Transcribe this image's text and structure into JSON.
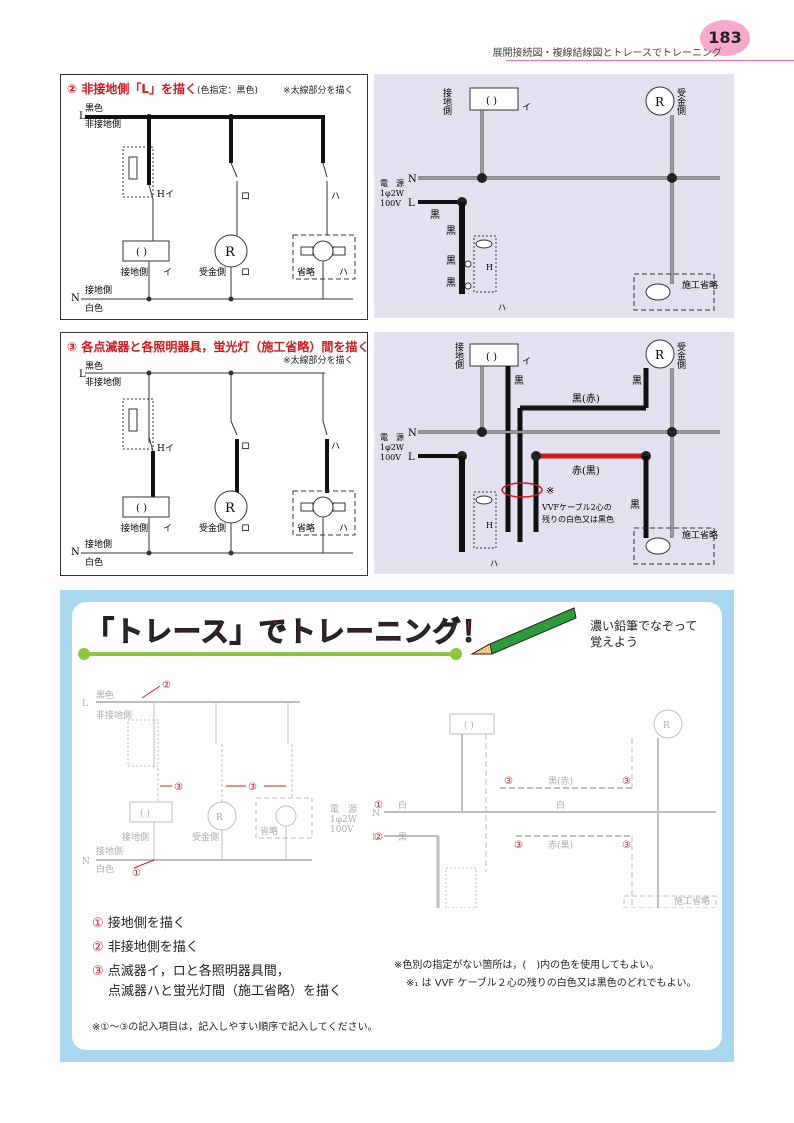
{
  "header": {
    "page_number": "183",
    "title": "展開接続図・複線結線図とトレースでトレーニング"
  },
  "panel2": {
    "title": "② 非接地側「L」を描く",
    "title_sub": "(色指定：黒色)",
    "note": "※太線部分を描く"
  },
  "panel3": {
    "title": "③ 各点滅器と各照明器具，蛍光灯（施工省略）間を描く",
    "note": "※太線部分を描く"
  },
  "labels": {
    "L": "L",
    "N": "N",
    "black": "黒色",
    "nonground": "非接地側",
    "groundside_line": "接地側",
    "white": "白色",
    "H": "H",
    "i": "イ",
    "ro": "ロ",
    "ha": "ハ",
    "paren": "( )",
    "R": "R",
    "groundside": "接地側",
    "receiver": "受金側",
    "omit": "省略",
    "source": "電　源",
    "phase": "1φ2W",
    "volt": "100V",
    "kuro": "黒",
    "shiro": "白",
    "kuro_aka": "黒(赤)",
    "aka_kuro": "赤(黒)",
    "construct_omit": "施工省略",
    "vvf_note_1": "VVFケーブル2心の",
    "vvf_note_2": "残りの白色又は黒色",
    "kome": "※",
    "groundside_v": "接地側",
    "receiver_v": "受金側"
  },
  "training": {
    "banner": "「トレース」でトレーニング！",
    "hint": "濃い鉛筆でなぞって\n覚えよう",
    "steps": [
      {
        "num": "①",
        "text": "接地側を描く"
      },
      {
        "num": "②",
        "text": "非接地側を描く"
      },
      {
        "num": "③",
        "text": "点滅器イ，ロと各照明器具間，"
      }
    ],
    "step3_line2": "点滅器ハと蛍光灯間（施工省略）を描く",
    "note_color": "※色別の指定がない箇所は，(　)内の色を使用してもよい。",
    "note_vvf": "※₁ は VVF ケーブル２心の残りの白色又は黒色のどれでもよい。",
    "note_order": "※①～③の記入項目は，記入しやすい順序で記入してください。",
    "c1": "①",
    "c2": "②",
    "c3": "③"
  },
  "colors": {
    "accent": "#d0181f",
    "badge": "#f7a8cc",
    "lavender": "#e4e0f0",
    "frame": "#a8d8f0"
  }
}
